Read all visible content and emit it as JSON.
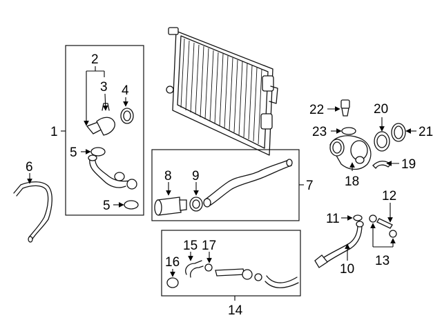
{
  "diagram": {
    "callouts": {
      "c1": "1",
      "c2": "2",
      "c3": "3",
      "c4": "4",
      "c5a": "5",
      "c5b": "5",
      "c6": "6",
      "c7": "7",
      "c8": "8",
      "c9": "9",
      "c10": "10",
      "c11": "11",
      "c12": "12",
      "c13": "13",
      "c14": "14",
      "c15": "15",
      "c16": "16",
      "c17": "17",
      "c18": "18",
      "c19": "19",
      "c20": "20",
      "c21": "21",
      "c22": "22",
      "c23": "23"
    }
  }
}
